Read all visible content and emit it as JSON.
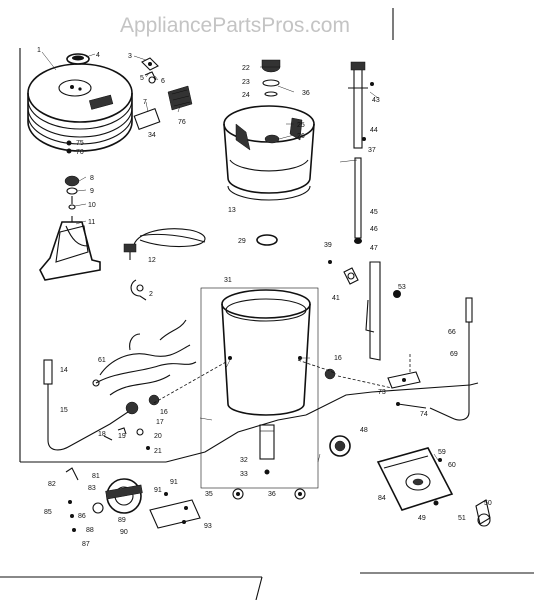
{
  "watermark": "AppliancePartsPros.com",
  "part_labels": [
    {
      "id": "p1",
      "text": "1"
    },
    {
      "id": "p2",
      "text": "2"
    },
    {
      "id": "p3",
      "text": "3"
    },
    {
      "id": "p4",
      "text": "4"
    },
    {
      "id": "p5",
      "text": "5"
    },
    {
      "id": "p6",
      "text": "6"
    },
    {
      "id": "p7",
      "text": "7"
    },
    {
      "id": "p8",
      "text": "8"
    },
    {
      "id": "p9",
      "text": "9"
    },
    {
      "id": "p10",
      "text": "10"
    },
    {
      "id": "p11",
      "text": "11"
    },
    {
      "id": "p12",
      "text": "12"
    },
    {
      "id": "p13",
      "text": "13"
    },
    {
      "id": "p14",
      "text": "14"
    },
    {
      "id": "p15",
      "text": "15"
    },
    {
      "id": "p16a",
      "text": "16"
    },
    {
      "id": "p16b",
      "text": "16"
    },
    {
      "id": "p17",
      "text": "17"
    },
    {
      "id": "p18",
      "text": "18"
    },
    {
      "id": "p19",
      "text": "19"
    },
    {
      "id": "p20",
      "text": "20"
    },
    {
      "id": "p21",
      "text": "21"
    },
    {
      "id": "p22",
      "text": "22"
    },
    {
      "id": "p23",
      "text": "23"
    },
    {
      "id": "p24",
      "text": "24"
    },
    {
      "id": "p25",
      "text": "25"
    },
    {
      "id": "p26",
      "text": "26"
    },
    {
      "id": "p29",
      "text": "29"
    },
    {
      "id": "p31",
      "text": "31"
    },
    {
      "id": "p32",
      "text": "32"
    },
    {
      "id": "p33",
      "text": "33"
    },
    {
      "id": "p34",
      "text": "34"
    },
    {
      "id": "p35",
      "text": "35"
    },
    {
      "id": "p36a",
      "text": "36"
    },
    {
      "id": "p36b",
      "text": "36"
    },
    {
      "id": "p37",
      "text": "37"
    },
    {
      "id": "p39",
      "text": "39"
    },
    {
      "id": "p41",
      "text": "41"
    },
    {
      "id": "p43",
      "text": "43"
    },
    {
      "id": "p44",
      "text": "44"
    },
    {
      "id": "p45",
      "text": "45"
    },
    {
      "id": "p46",
      "text": "46"
    },
    {
      "id": "p47",
      "text": "47"
    },
    {
      "id": "p48",
      "text": "48"
    },
    {
      "id": "p49",
      "text": "49"
    },
    {
      "id": "p50",
      "text": "50"
    },
    {
      "id": "p51",
      "text": "51"
    },
    {
      "id": "p53",
      "text": "53"
    },
    {
      "id": "p59",
      "text": "59"
    },
    {
      "id": "p60",
      "text": "60"
    },
    {
      "id": "p61",
      "text": "61"
    },
    {
      "id": "p66",
      "text": "66"
    },
    {
      "id": "p69",
      "text": "69"
    },
    {
      "id": "p70",
      "text": "70"
    },
    {
      "id": "p73",
      "text": "73"
    },
    {
      "id": "p74",
      "text": "74"
    },
    {
      "id": "p75",
      "text": "75"
    },
    {
      "id": "p76",
      "text": "76"
    },
    {
      "id": "p81",
      "text": "81"
    },
    {
      "id": "p82",
      "text": "82"
    },
    {
      "id": "p83",
      "text": "83"
    },
    {
      "id": "p84",
      "text": "84"
    },
    {
      "id": "p85",
      "text": "85"
    },
    {
      "id": "p86",
      "text": "86"
    },
    {
      "id": "p87",
      "text": "87"
    },
    {
      "id": "p88",
      "text": "88"
    },
    {
      "id": "p89",
      "text": "89"
    },
    {
      "id": "p90",
      "text": "90"
    },
    {
      "id": "p91a",
      "text": "91"
    },
    {
      "id": "p91b",
      "text": "91"
    },
    {
      "id": "p93",
      "text": "93"
    }
  ]
}
